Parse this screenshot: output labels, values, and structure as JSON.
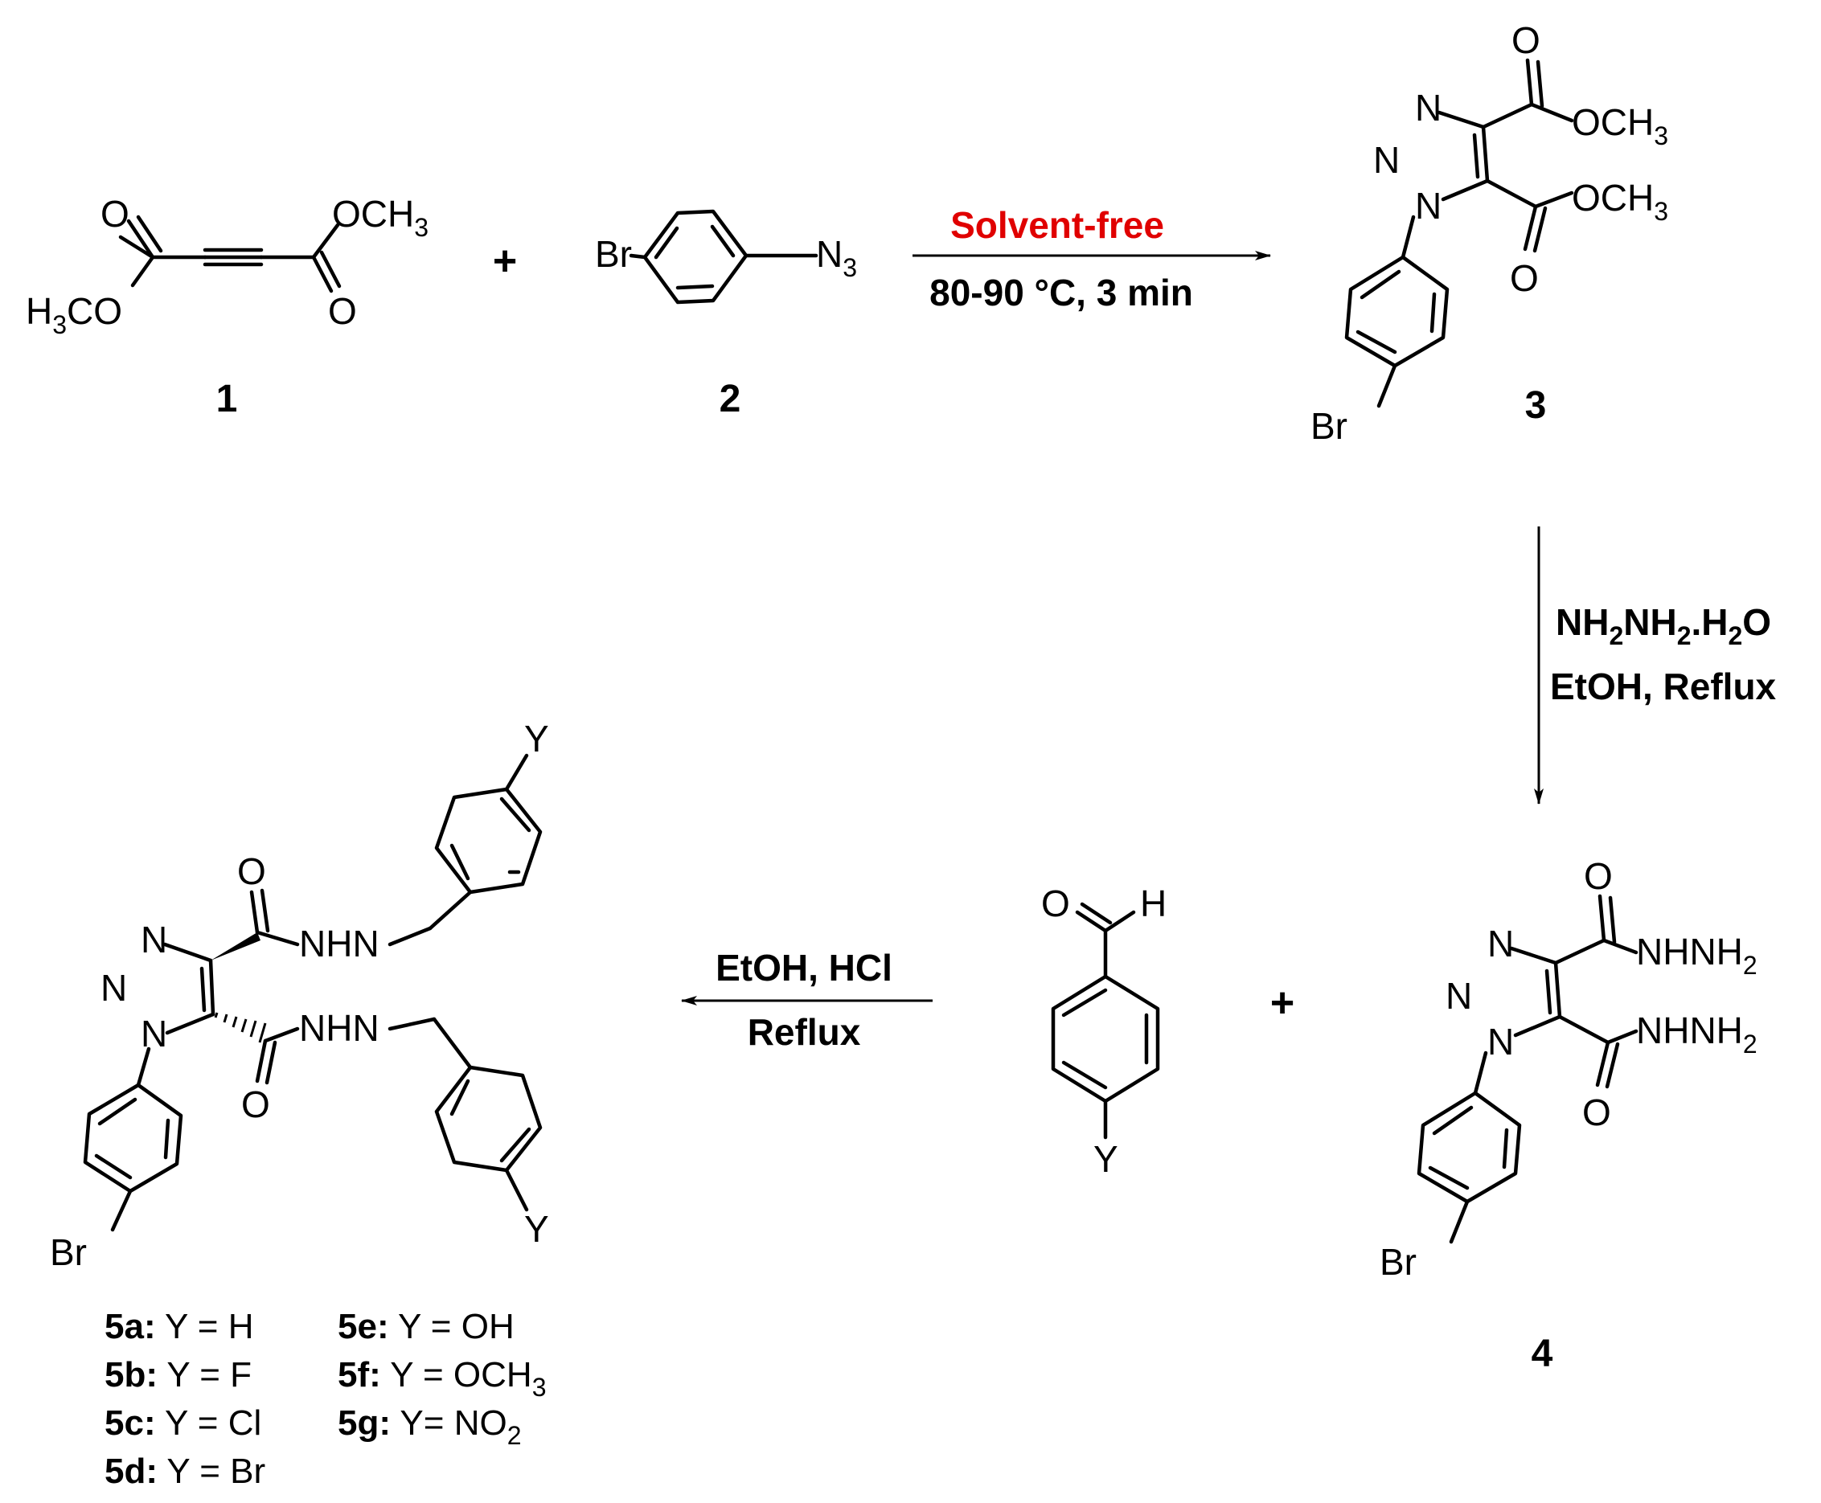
{
  "colors": {
    "ink": "#000000",
    "highlight": "#e00000",
    "background": "#ffffff"
  },
  "compounds": {
    "c1": {
      "label": "1",
      "atoms": {
        "o_top": "O",
        "och3_top": "OCH",
        "och3_sub": "3",
        "h3co_h": "H",
        "h3co_sub": "3",
        "h3co_co": "CO",
        "o_bottom": "O"
      }
    },
    "c2": {
      "label": "2",
      "atoms": {
        "br": "Br",
        "n3_n": "N",
        "n3_sub": "3"
      }
    },
    "c3": {
      "label": "3",
      "atoms": {
        "n_a": "N",
        "n_b": "N",
        "n_c": "N",
        "o1": "O",
        "och3_1": "OCH",
        "och3_1_sub": "3",
        "och3_2": "OCH",
        "och3_2_sub": "3",
        "o2": "O",
        "br": "Br"
      }
    },
    "c4": {
      "label": "4",
      "atoms": {
        "n_a": "N",
        "n_b": "N",
        "n_c": "N",
        "o1": "O",
        "hz1": "NHNH",
        "hz1_sub": "2",
        "hz2": "NHNH",
        "hz2_sub": "2",
        "o2": "O",
        "br": "Br"
      }
    },
    "aldehyde": {
      "atoms": {
        "o": "O",
        "h": "H",
        "y": "Y"
      }
    },
    "c5": {
      "atoms": {
        "n_a": "N",
        "n_b": "N",
        "n_c": "N",
        "o1": "O",
        "nhn1": "NHN",
        "nhn2": "NHN",
        "o2": "O",
        "y_top": "Y",
        "y_bottom": "Y",
        "br": "Br"
      }
    }
  },
  "operators": {
    "plus": "+"
  },
  "reactions": {
    "step1": {
      "above": "Solvent-free",
      "below": "80-90 °C, 3 min"
    },
    "step2": {
      "line1_a": "NH",
      "line1_sub1": "2",
      "line1_b": "NH",
      "line1_sub2": "2",
      "line1_c": ".H",
      "line1_sub3": "2",
      "line1_d": "O",
      "line2": "EtOH, Reflux"
    },
    "step3": {
      "above": "EtOH, HCl",
      "below": "Reflux"
    }
  },
  "substituent_key": [
    {
      "id": "5a:",
      "text": " Y = H",
      "sub": ""
    },
    {
      "id": "5b:",
      "text": " Y = F",
      "sub": ""
    },
    {
      "id": "5c:",
      "text": " Y = Cl",
      "sub": ""
    },
    {
      "id": "5d:",
      "text": " Y = Br",
      "sub": ""
    },
    {
      "id": "5e:",
      "text": " Y = OH",
      "sub": ""
    },
    {
      "id": "5f:",
      "text": " Y = OCH",
      "sub": "3"
    },
    {
      "id": "5g:",
      "text": " Y= NO",
      "sub": "2"
    }
  ]
}
